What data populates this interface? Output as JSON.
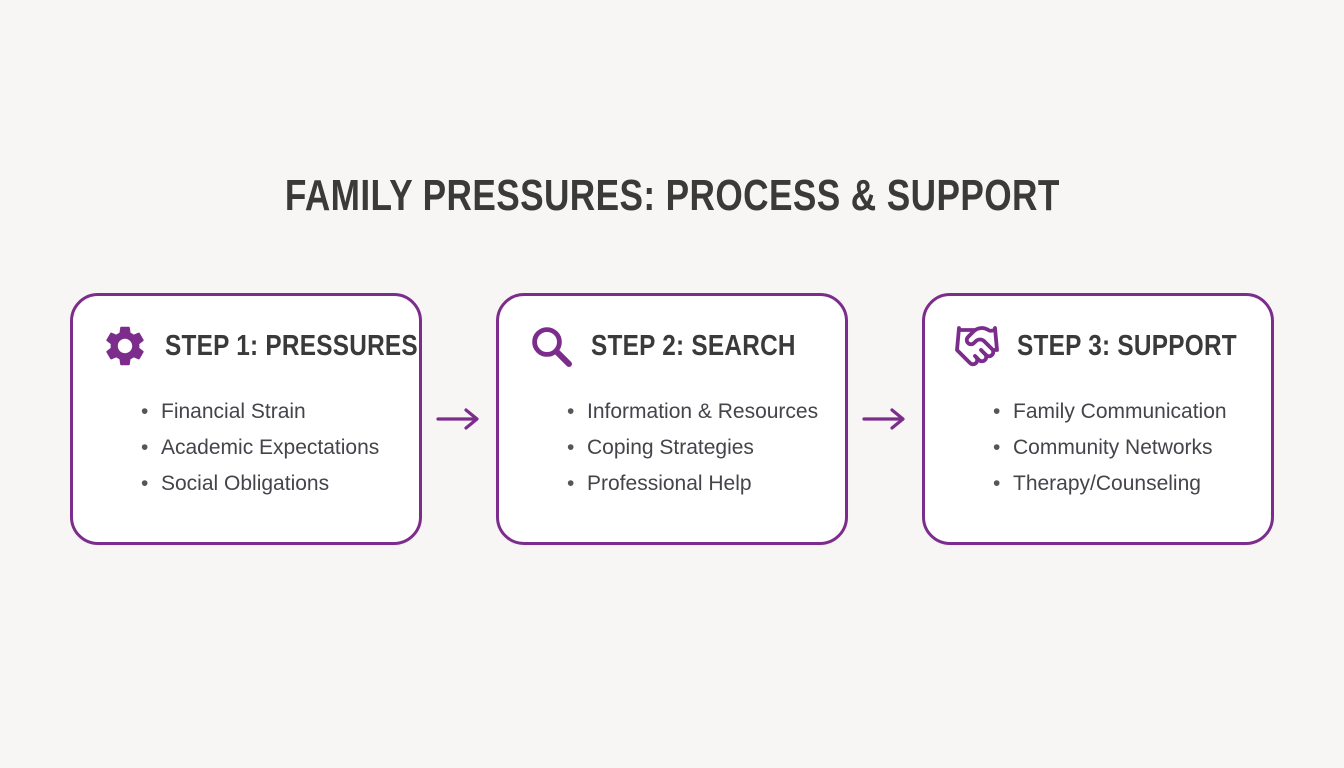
{
  "colors": {
    "accent": "#7c2d8c",
    "background": "#f7f6f4",
    "heading_text": "#3a3a3a",
    "body_text": "#44444a"
  },
  "title": "FAMILY PRESSURES: PROCESS & SUPPORT",
  "steps": [
    {
      "icon": "gear-icon",
      "label": "STEP 1: PRESSURES",
      "bullets": [
        "Financial Strain",
        "Academic Expectations",
        "Social Obligations"
      ]
    },
    {
      "icon": "search-icon",
      "label": "STEP 2: SEARCH",
      "bullets": [
        "Information & Resources",
        "Coping Strategies",
        "Professional Help"
      ]
    },
    {
      "icon": "handshake-icon",
      "label": "STEP 3: SUPPORT",
      "bullets": [
        "Family Communication",
        "Community Networks",
        "Therapy/Counseling"
      ]
    }
  ],
  "arrows": [
    "right-arrow",
    "right-arrow"
  ]
}
